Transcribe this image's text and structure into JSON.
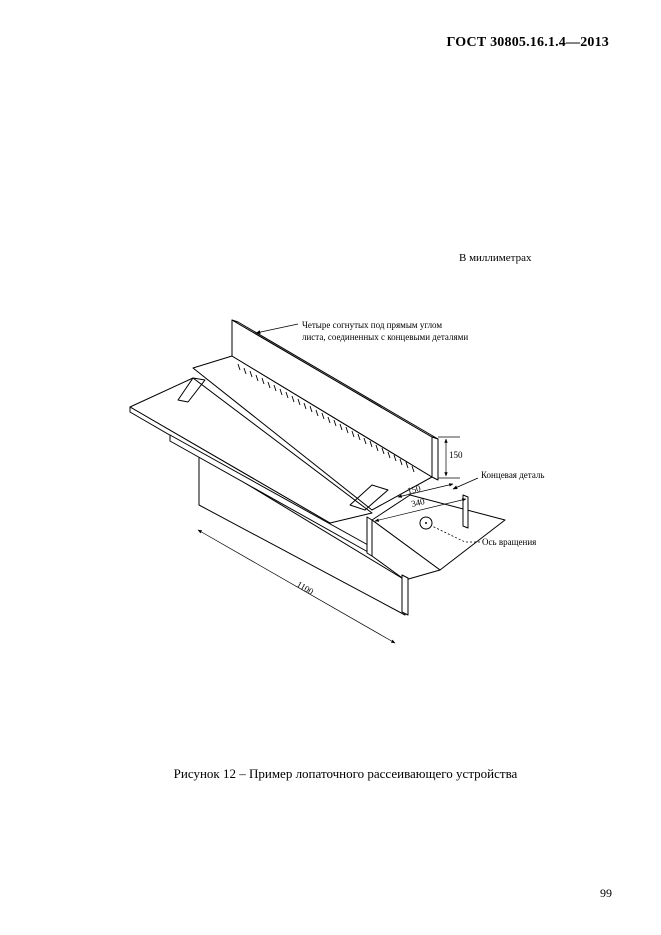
{
  "header": {
    "standard": "ГОСТ  30805.16.1.4—2013"
  },
  "units_note": "В миллиметрах",
  "figure": {
    "callouts": {
      "plates_line1": "Четыре согнутых под прямым углом",
      "plates_line2": "листа, соединенных с концевыми деталями",
      "end_piece": "Концевая деталь",
      "rotation_axis": "Ось вращения"
    },
    "dimensions": {
      "height": "150",
      "width_top": "150",
      "width_total": "340",
      "length": "1100"
    }
  },
  "caption": "Рисунок 12 – Пример лопаточного рассеивающего  устройства",
  "page_number": "99"
}
